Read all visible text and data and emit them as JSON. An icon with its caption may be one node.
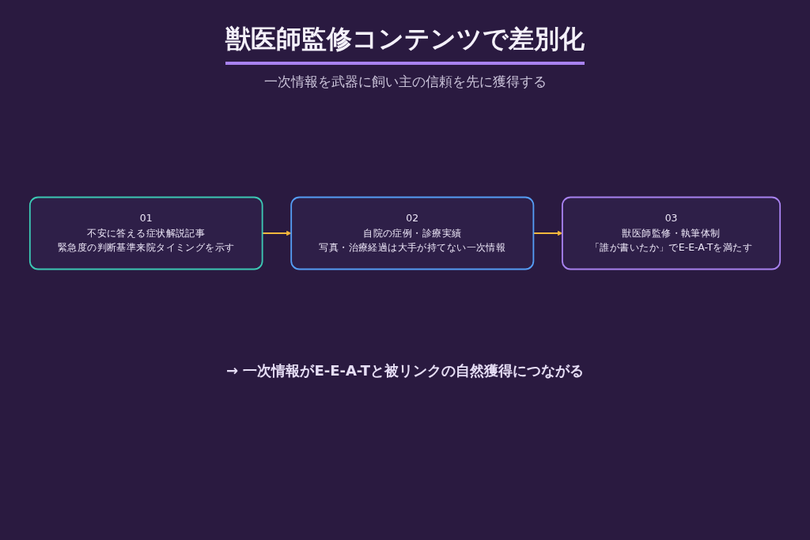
{
  "diagram": {
    "title": "獣医師監修コンテンツで差別化",
    "caption": "→ 一次情報がE-E-A-Tと被リンクの自然獲得につながる",
    "nodes": [
      {
        "text": [
          "01",
          "不安に答える症状解説記事",
          "緊急度の判断基準来院タイミングを示す"
        ]
      },
      {
        "text": [
          "02",
          "自院の症例・診療実績",
          "写真・治療経過は大手が持てない一次情報"
        ]
      },
      {
        "text": [
          "03",
          "獣医師監修・執筆体制",
          "「誰が書いたか」でE-E-A-Tを満たす"
        ]
      }
    ],
    "edges": [
      {
        "from": 0,
        "to": 1,
        "arrow": "to"
      },
      {
        "from": 1,
        "to": 2,
        "arrow": "to"
      }
    ],
    "labels": [
      "一次情報を武器に飼い主の信頼を先に獲得する"
    ]
  }
}
